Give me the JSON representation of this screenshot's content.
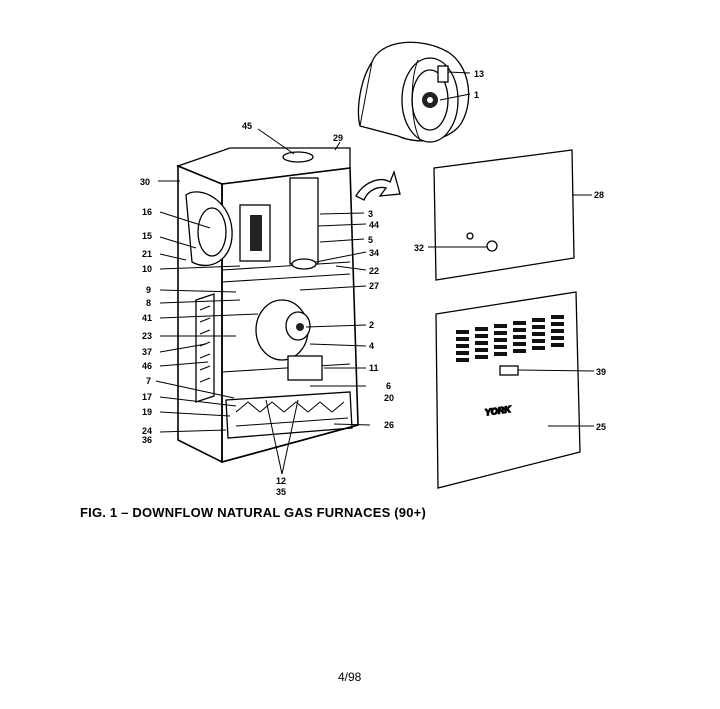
{
  "figure": {
    "caption": "FIG. 1 – DOWNFLOW NATURAL GAS FURNACES (90+)",
    "page_number": "4/98",
    "logo_text": "YORK"
  },
  "callouts": [
    {
      "id": "c13",
      "label": "13"
    },
    {
      "id": "c1",
      "label": "1"
    },
    {
      "id": "c45",
      "label": "45"
    },
    {
      "id": "c29",
      "label": "29"
    },
    {
      "id": "c30",
      "label": "30"
    },
    {
      "id": "c16",
      "label": "16"
    },
    {
      "id": "c3",
      "label": "3"
    },
    {
      "id": "c44",
      "label": "44"
    },
    {
      "id": "c15",
      "label": "15"
    },
    {
      "id": "c5",
      "label": "5"
    },
    {
      "id": "c21",
      "label": "21"
    },
    {
      "id": "c34",
      "label": "34"
    },
    {
      "id": "c10",
      "label": "10"
    },
    {
      "id": "c22",
      "label": "22"
    },
    {
      "id": "c9",
      "label": "9"
    },
    {
      "id": "c27",
      "label": "27"
    },
    {
      "id": "c8",
      "label": "8"
    },
    {
      "id": "c41",
      "label": "41"
    },
    {
      "id": "c2",
      "label": "2"
    },
    {
      "id": "c23",
      "label": "23"
    },
    {
      "id": "c4",
      "label": "4"
    },
    {
      "id": "c37",
      "label": "37"
    },
    {
      "id": "c46",
      "label": "46"
    },
    {
      "id": "c11",
      "label": "11"
    },
    {
      "id": "c7",
      "label": "7"
    },
    {
      "id": "c6",
      "label": "6"
    },
    {
      "id": "c17",
      "label": "17"
    },
    {
      "id": "c20",
      "label": "20"
    },
    {
      "id": "c19",
      "label": "19"
    },
    {
      "id": "c26",
      "label": "26"
    },
    {
      "id": "c24",
      "label": "24"
    },
    {
      "id": "c36",
      "label": "36"
    },
    {
      "id": "c12",
      "label": "12"
    },
    {
      "id": "c35",
      "label": "35"
    },
    {
      "id": "c28",
      "label": "28"
    },
    {
      "id": "c32",
      "label": "32"
    },
    {
      "id": "c39",
      "label": "39"
    },
    {
      "id": "c25",
      "label": "25"
    }
  ]
}
